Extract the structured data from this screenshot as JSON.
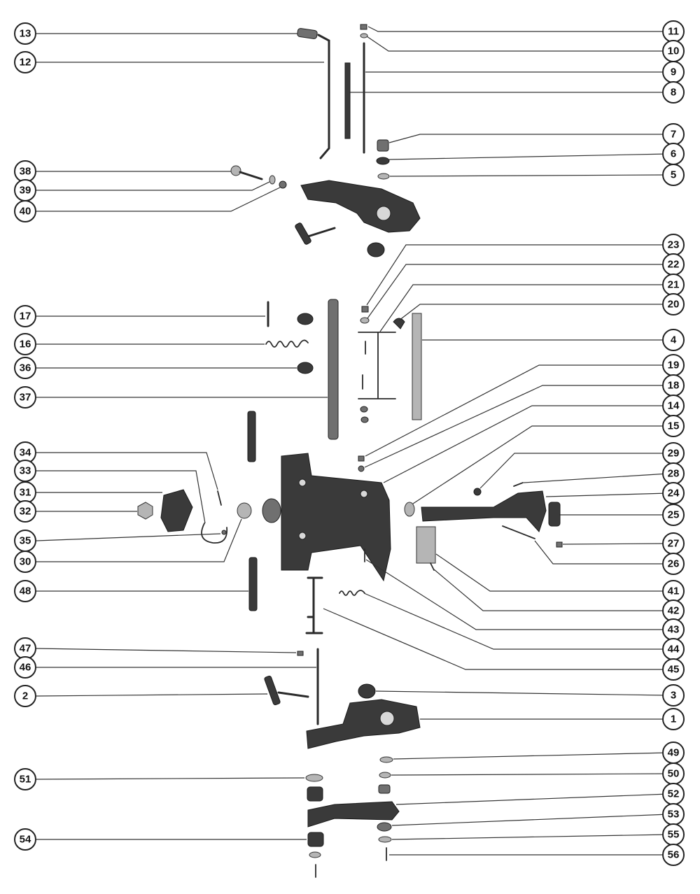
{
  "callouts": {
    "left": [
      "13",
      "12",
      "38",
      "39",
      "40",
      "17",
      "16",
      "36",
      "37",
      "34",
      "33",
      "31",
      "32",
      "35",
      "30",
      "48",
      "47",
      "46",
      "2",
      "51",
      "54"
    ],
    "right": [
      "11",
      "10",
      "9",
      "8",
      "7",
      "6",
      "5",
      "23",
      "22",
      "21",
      "20",
      "4",
      "19",
      "18",
      "14",
      "15",
      "29",
      "28",
      "24",
      "25",
      "27",
      "26",
      "41",
      "42",
      "43",
      "44",
      "45",
      "3",
      "1",
      "49",
      "50",
      "52",
      "53",
      "55",
      "56"
    ]
  },
  "colors": {
    "ink": "#2a2a2a",
    "paper": "#ffffff"
  }
}
